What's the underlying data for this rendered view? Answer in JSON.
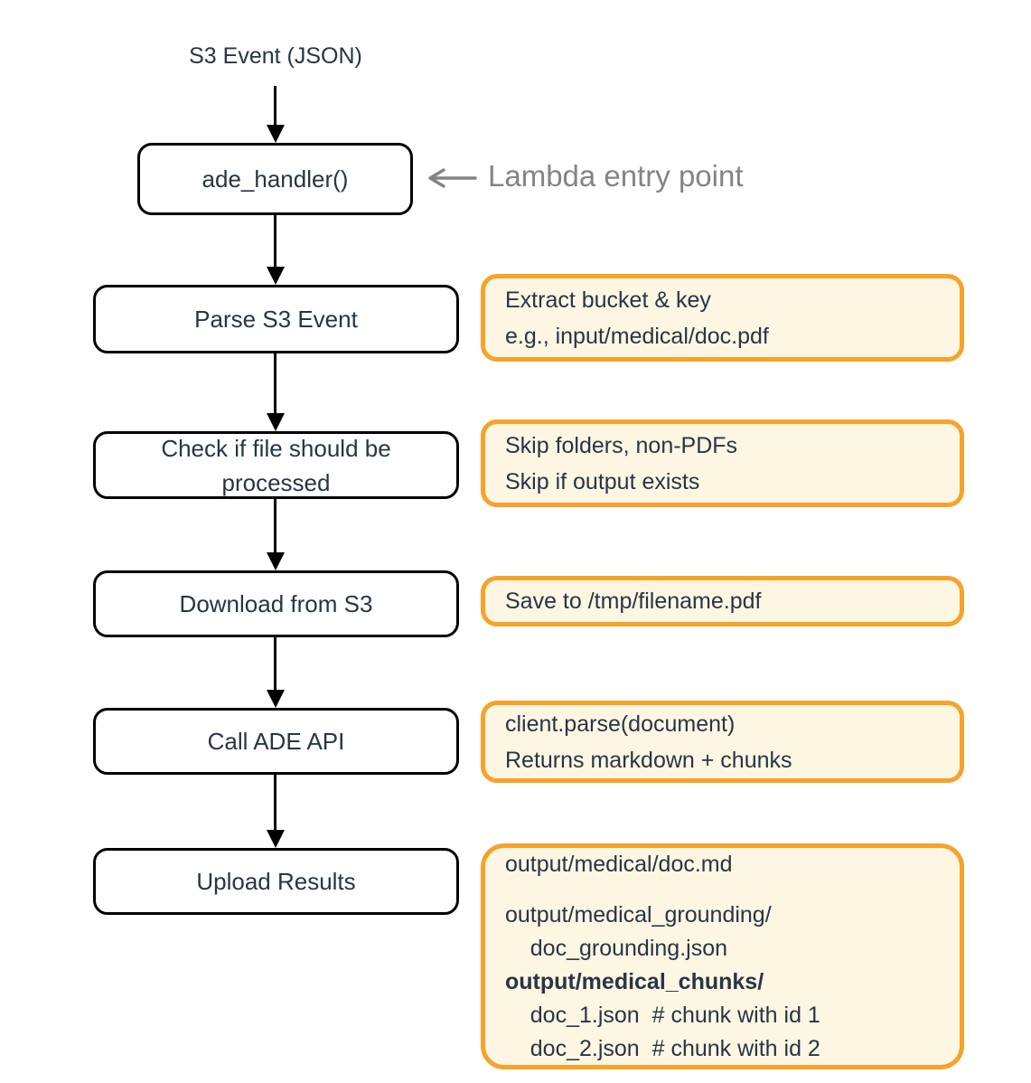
{
  "diagram": {
    "source_label": "S3 Event (JSON)",
    "entry_point": {
      "label": "Lambda entry point"
    },
    "nodes": [
      {
        "id": "ade_handler",
        "label": "ade_handler()"
      },
      {
        "id": "parse_s3_event",
        "label": "Parse S3 Event"
      },
      {
        "id": "check_file",
        "label": "Check if file should be processed"
      },
      {
        "id": "download_from_s3",
        "label": "Download from S3"
      },
      {
        "id": "call_ade_api",
        "label": "Call ADE API"
      },
      {
        "id": "upload_results",
        "label": "Upload Results"
      }
    ],
    "notes": [
      {
        "lines": [
          "Extract bucket & key",
          "e.g., input/medical/doc.pdf"
        ]
      },
      {
        "lines": [
          "Skip folders, non-PDFs",
          "Skip if output exists"
        ]
      },
      {
        "lines": [
          "Save to /tmp/filename.pdf"
        ]
      },
      {
        "lines": [
          "client.parse(document)",
          "Returns markdown + chunks"
        ]
      },
      {
        "lines": [
          "output/medical/doc.md",
          "output/medical_grounding/",
          "    doc_grounding.json",
          "output/medical_chunks/",
          "    doc_1.json  # chunk with id 1",
          "    doc_2.json  # chunk with id 2"
        ]
      }
    ],
    "colors": {
      "node_border": "#000000",
      "node_text": "#263645",
      "note_bg": "#FDF6E3",
      "note_border": "#F7A229",
      "entry_text": "#848484",
      "arrow": "#000000"
    }
  }
}
